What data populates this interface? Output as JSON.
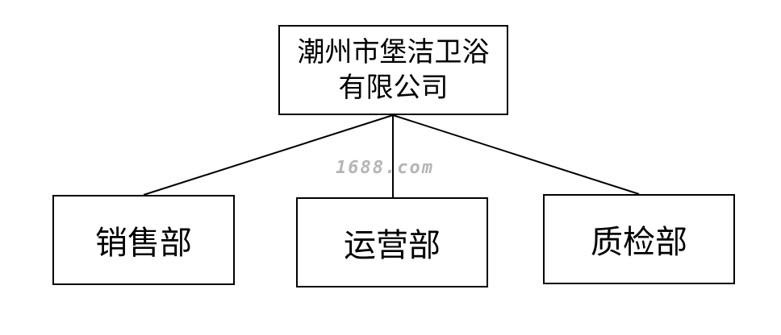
{
  "org_chart": {
    "root": {
      "line1": "潮州市堡洁卫浴",
      "line2": "有限公司"
    },
    "departments": [
      {
        "label": "销售部"
      },
      {
        "label": "运营部"
      },
      {
        "label": "质检部"
      }
    ]
  },
  "watermark": "1688.com",
  "colors": {
    "line": "#000000",
    "box_border": "#000000",
    "background": "#ffffff",
    "watermark": "#b5b5b5"
  }
}
